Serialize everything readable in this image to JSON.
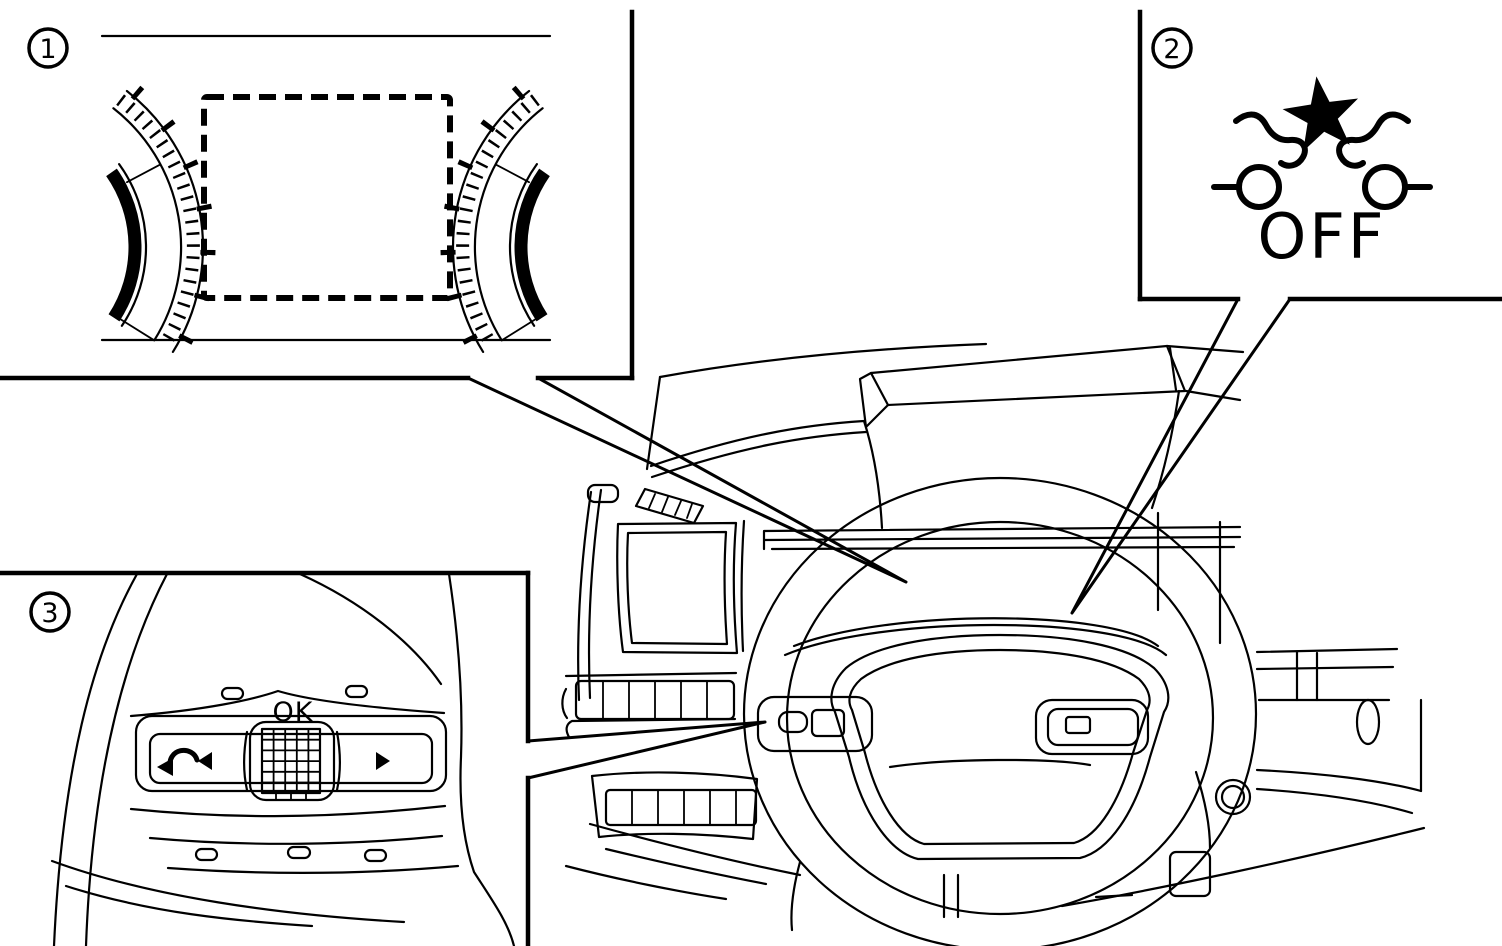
{
  "figure": {
    "background_color": "#ffffff",
    "line_color": "#000000",
    "callout_1": {
      "number": "1"
    },
    "callout_2": {
      "number": "2",
      "indicator_label": "OFF"
    },
    "callout_3": {
      "number": "3",
      "button_label": "OK"
    }
  }
}
